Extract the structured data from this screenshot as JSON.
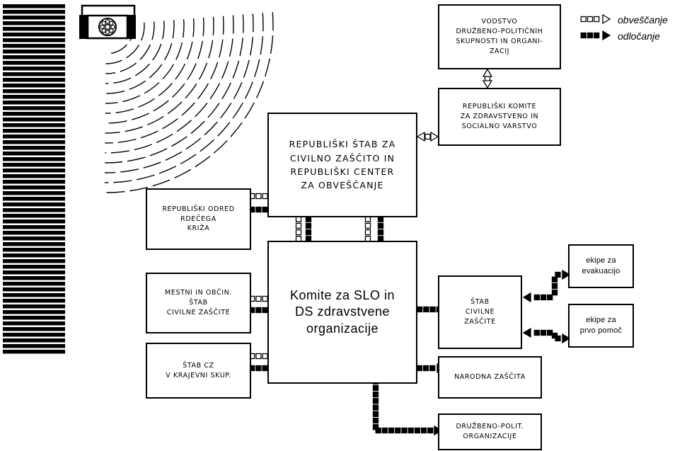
{
  "legend": {
    "inform_label": "obveščanje",
    "decide_label": "odločanje"
  },
  "boxes": {
    "vodstvo": "VODSTVO\nDRUŽBENO-POLITIČNIH\nSKUPNOSTI IN ORGANI-\nZACIJ",
    "republiski_komite": "REPUBLIŠKI KOMITE\nZA ZDRAVSTVENO IN\nSOCIALNO VARSTVO",
    "republiski_stab": "REPUBLIŠKI ŠTAB ZA\nCIVILNO ZAŠČITO IN\nREPUBLIŠKI CENTER\nZA OBVEŠČANJE",
    "odred": "REPUBLIŠKI ODRED\nRDEČEGA\nKRIŽA",
    "komite_slo": "Komite za SLO in\nDS zdravstvene\norganizacije",
    "mestni": "MESTNI IN OBČIN.\nŠTAB\nCIVILNE ZAŠČITE",
    "stab_cz": "ŠTAB CZ\nV KRAJEVNI SKUP.",
    "stab_civilne": "ŠTAB\nCIVILNE\nZAŠČITE",
    "ekipe_evakuacijo": "ekipe za\nevakuacijo",
    "ekipe_pomoc": "ekipe za\nprvo pomoč",
    "narodna": "NARODNA ZAŠČITA",
    "druzbeno": "DRUŽBENO-POLIT.\nORGANIZACIJE"
  },
  "icons": {
    "alarm": "siren-speaker-icon"
  }
}
